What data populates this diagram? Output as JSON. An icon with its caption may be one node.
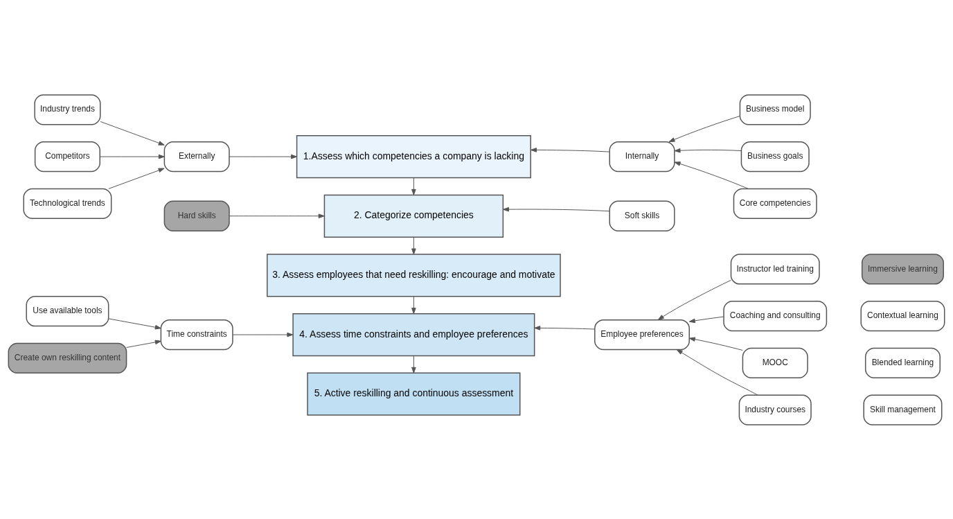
{
  "diagram": {
    "nodes": [
      {
        "text": [
          "Industry trends"
        ]
      },
      {
        "text": [
          "Competitors"
        ]
      },
      {
        "text": [
          "Technological trends"
        ]
      },
      {
        "text": [
          "Externally"
        ]
      },
      {
        "text": [
          "1.Assess which competencies a company is lacking"
        ]
      },
      {
        "text": [
          "Internally"
        ]
      },
      {
        "text": [
          "Business model"
        ]
      },
      {
        "text": [
          "Business goals"
        ]
      },
      {
        "text": [
          "Core competencies"
        ]
      },
      {
        "text": [
          "Hard skills"
        ]
      },
      {
        "text": [
          "2. Categorize competencies"
        ]
      },
      {
        "text": [
          "Soft skills"
        ]
      },
      {
        "text": [
          "3. Assess employees that need reskilling: encourage and motivate"
        ]
      },
      {
        "text": [
          "Instructor led training"
        ]
      },
      {
        "text": [
          "Immersive learning"
        ]
      },
      {
        "text": [
          "Use available tools"
        ]
      },
      {
        "text": [
          "Coaching and consulting"
        ]
      },
      {
        "text": [
          "Contextual learning"
        ]
      },
      {
        "text": [
          "Time constraints"
        ]
      },
      {
        "text": [
          "4. Assess time constraints and employee preferences"
        ]
      },
      {
        "text": [
          "Employee preferences"
        ]
      },
      {
        "text": [
          "Create own reskilling content"
        ]
      },
      {
        "text": [
          "MOOC"
        ]
      },
      {
        "text": [
          "Blended learning"
        ]
      },
      {
        "text": [
          "5. Active reskilling and continuous assessment"
        ]
      },
      {
        "text": [
          "Industry courses"
        ]
      },
      {
        "text": [
          "Skill management"
        ]
      }
    ],
    "edges": [
      {
        "from": 0,
        "to": 3,
        "arrow": "to"
      },
      {
        "from": 1,
        "to": 3,
        "arrow": "to"
      },
      {
        "from": 2,
        "to": 3,
        "arrow": "to"
      },
      {
        "from": 3,
        "to": 4,
        "arrow": "to"
      },
      {
        "from": 6,
        "to": 5,
        "arrow": "to"
      },
      {
        "from": 7,
        "to": 5,
        "arrow": "to"
      },
      {
        "from": 8,
        "to": 5,
        "arrow": "to"
      },
      {
        "from": 5,
        "to": 4,
        "arrow": "to"
      },
      {
        "from": 4,
        "to": 10,
        "arrow": "to"
      },
      {
        "from": 9,
        "to": 10,
        "arrow": "to"
      },
      {
        "from": 11,
        "to": 10,
        "arrow": "to"
      },
      {
        "from": 10,
        "to": 12,
        "arrow": "to"
      },
      {
        "from": 12,
        "to": 19,
        "arrow": "to"
      },
      {
        "from": 15,
        "to": 18,
        "arrow": "to"
      },
      {
        "from": 21,
        "to": 18,
        "arrow": "to"
      },
      {
        "from": 18,
        "to": 19,
        "arrow": "to"
      },
      {
        "from": 20,
        "to": 19,
        "arrow": "to"
      },
      {
        "from": 13,
        "to": 20,
        "arrow": "to"
      },
      {
        "from": 16,
        "to": 20,
        "arrow": "to"
      },
      {
        "from": 22,
        "to": 20,
        "arrow": "to"
      },
      {
        "from": 25,
        "to": 20,
        "arrow": "to"
      },
      {
        "from": 19,
        "to": 24,
        "arrow": "to"
      }
    ]
  }
}
